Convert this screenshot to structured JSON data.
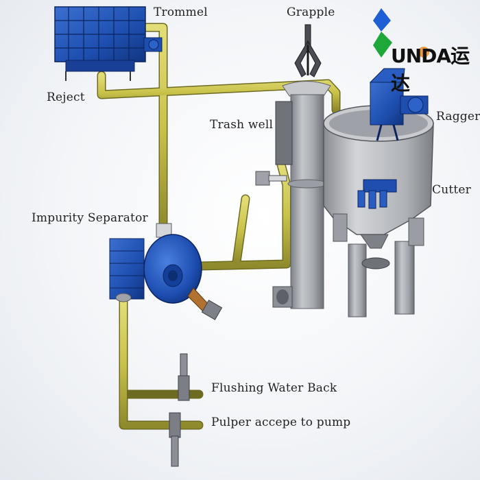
{
  "labels": {
    "trommel": "Trommel",
    "grapple": "Grapple",
    "reject": "Reject",
    "trash_well": "Trash well",
    "ragger": "Ragger",
    "cutter": "Cutter",
    "impurity_separator": "Impurity Separator",
    "flushing_water_back": "Flushing Water Back",
    "pulper_accepe": "Pulper accepe to pump"
  },
  "logo": {
    "text": "UNDA运达"
  },
  "colors": {
    "pipe": "#c9c24a",
    "machine_blue": "#1e4fb0",
    "steel": "#a9acb2",
    "logo_blue": "#1f5fd6",
    "logo_green": "#1fa83a",
    "logo_orange": "#f08a1d"
  }
}
